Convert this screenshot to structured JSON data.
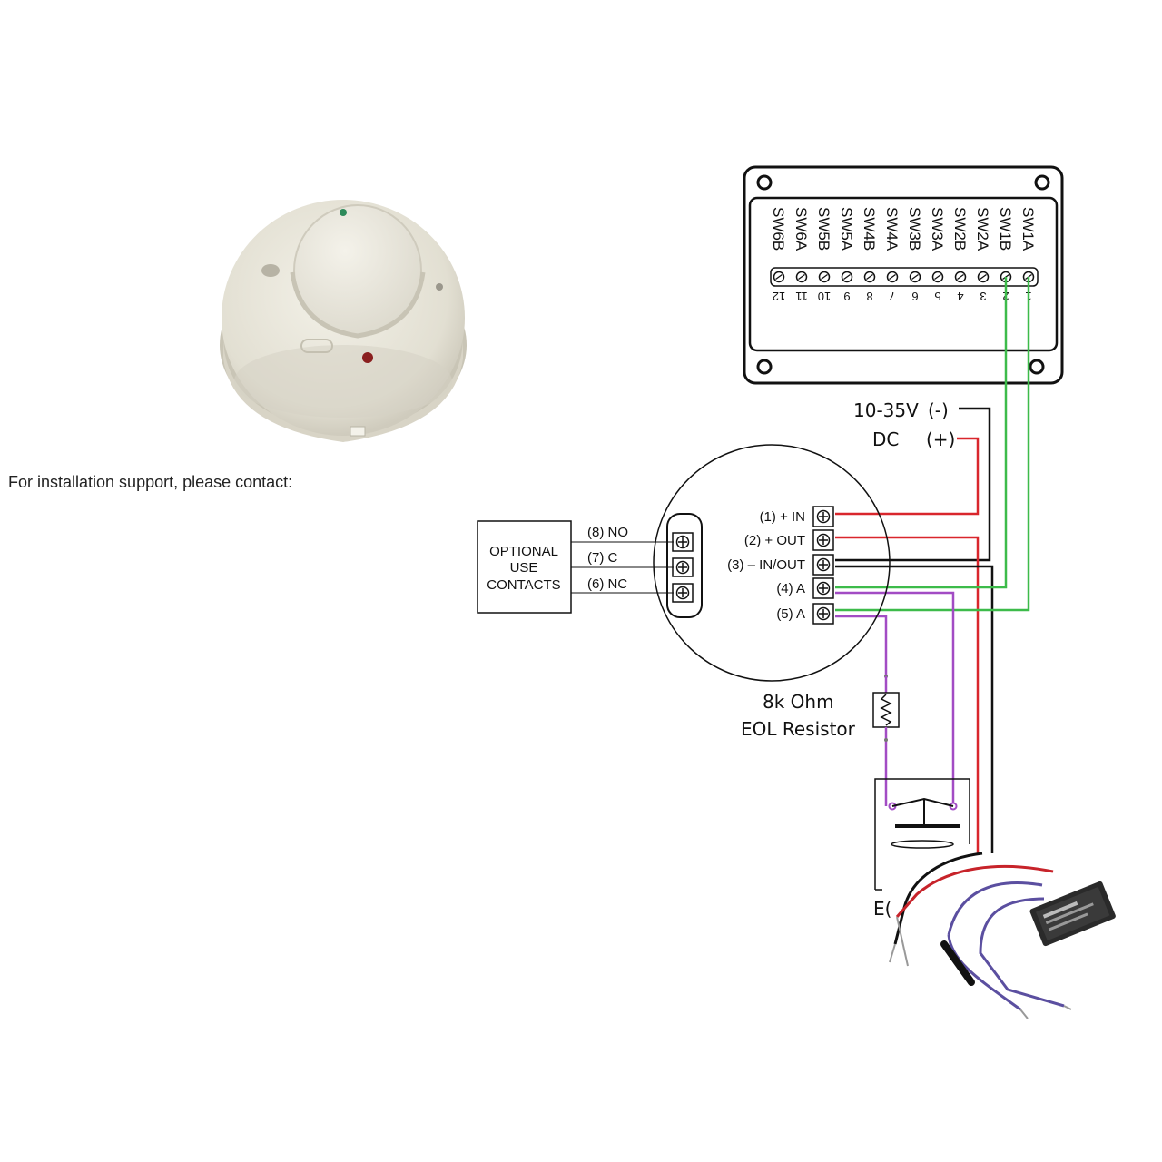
{
  "support_text": "For installation support, please contact:",
  "panel": {
    "switch_labels": [
      "SW1A",
      "SW1B",
      "SW2A",
      "SW2B",
      "SW3A",
      "SW3B",
      "SW4A",
      "SW4B",
      "SW5A",
      "SW5B",
      "SW6A",
      "SW6B"
    ],
    "terminal_numbers": [
      "1",
      "2",
      "3",
      "4",
      "5",
      "6",
      "7",
      "8",
      "9",
      "10",
      "11",
      "12"
    ]
  },
  "power": {
    "voltage_label": "10-35V",
    "dc_label": "DC",
    "neg_label": "(-)",
    "pos_label": "(+)"
  },
  "detector_terminals": [
    "(1) + IN",
    "(2) + OUT",
    "(3) – IN/OUT",
    "(4) A",
    "(5) A"
  ],
  "contacts": {
    "box_lines": [
      "OPTIONAL",
      "USE",
      "CONTACTS"
    ],
    "terminals": [
      "(8) NO",
      "(7) C",
      "(6) NC"
    ]
  },
  "resistor": {
    "line1": "8k Ohm",
    "line2": "EOL Resistor"
  },
  "switch_partial_label": "E(",
  "colors": {
    "red_wire": "#d9262c",
    "black_wire": "#111111",
    "green_wire": "#3dbb4a",
    "purple_wire": "#a24cc4",
    "detector_body": "#e9e6da"
  }
}
